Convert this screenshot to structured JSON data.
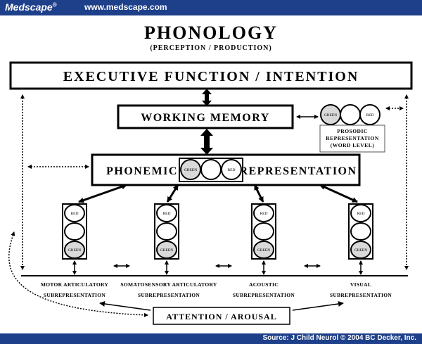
{
  "header": {
    "brand": "Medscape",
    "brand_mark": "®",
    "url": "www.medscape.com"
  },
  "diagram": {
    "title": "PHONOLOGY",
    "subtitle": "(PERCEPTION / PRODUCTION)",
    "executive": "EXECUTIVE FUNCTION / INTENTION",
    "working_memory": "WORKING MEMORY",
    "prosodic": {
      "line1": "PROSODIC",
      "line2": "REPRESENTATION",
      "line3": "(WORD LEVEL)",
      "circle_left": "GREEN",
      "circle_right": "RED"
    },
    "phonemic": {
      "left": "PHONEMIC",
      "right": "REPRESENTATION",
      "circle_left": "GREEN",
      "circle_right": "RED"
    },
    "column_top": "RED",
    "column_bottom": "GREEN",
    "subreps": [
      {
        "line1": "MOTOR ARTICULATORY",
        "line2": "SUBREPRESENTATION"
      },
      {
        "line1": "SOMATOSENSORY ARTICULATORY",
        "line2": "SUBREPRESENTATION"
      },
      {
        "line1": "ACOUSTIC",
        "line2": "SUBREPRESENTATION"
      },
      {
        "line1": "VISUAL",
        "line2": "SUBREPRESENTATION"
      }
    ],
    "attention": "ATTENTION / AROUSAL"
  },
  "footer": {
    "source": "Source: J Child Neurol © 2004 BC Decker, Inc."
  }
}
